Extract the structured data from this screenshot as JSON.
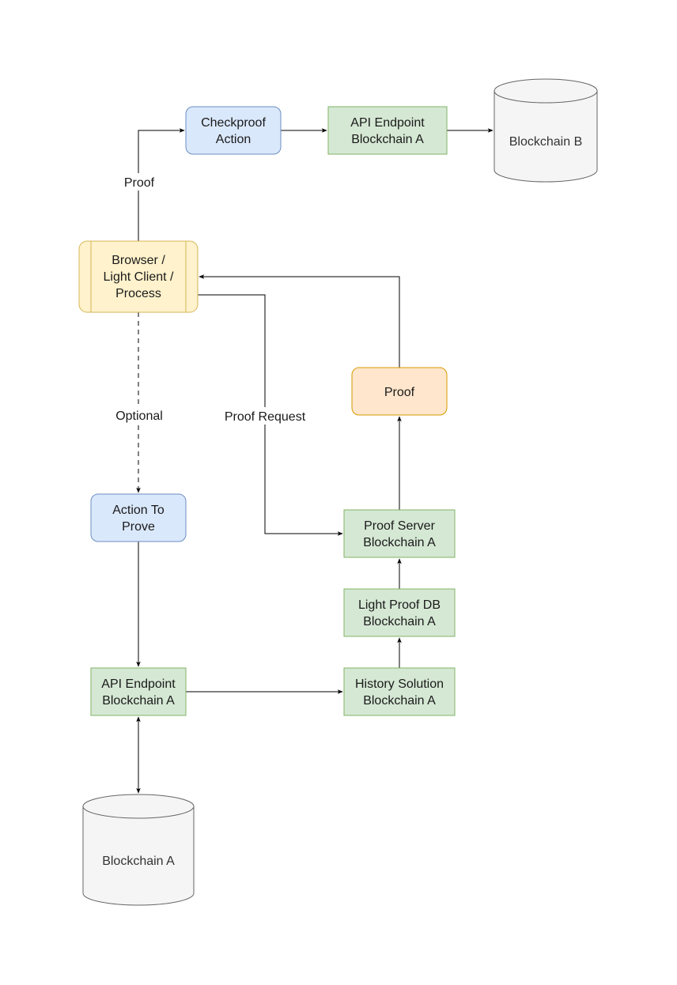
{
  "nodes": {
    "checkproof_action": [
      "Checkproof",
      "Action"
    ],
    "api_endpoint_top": [
      "API Endpoint",
      "Blockchain A"
    ],
    "blockchain_b": [
      "Blockchain B"
    ],
    "browser_client": [
      "Browser /",
      "Light Client /",
      "Process"
    ],
    "proof_box": [
      "Proof"
    ],
    "action_to_prove": [
      "Action To",
      "Prove"
    ],
    "proof_server": [
      "Proof Server",
      "Blockchain A"
    ],
    "light_proof_db": [
      "Light Proof DB",
      "Blockchain A"
    ],
    "api_endpoint_bottom": [
      "API Endpoint",
      "Blockchain A"
    ],
    "history_solution": [
      "History Solution",
      "Blockchain A"
    ],
    "blockchain_a": [
      "Blockchain A"
    ]
  },
  "edge_labels": {
    "proof": "Proof",
    "optional": "Optional",
    "proof_request": "Proof Request"
  },
  "colors": {
    "blue_fill": "#dae8fc",
    "blue_stroke": "#6c8ebf",
    "green_fill": "#d5e8d4",
    "green_stroke": "#82b366",
    "yellow_fill": "#fff2cc",
    "yellow_stroke": "#d6b656",
    "orange_fill": "#ffe6cc",
    "orange_stroke": "#d79b00",
    "db_fill": "#f5f5f5",
    "db_stroke": "#666666"
  }
}
